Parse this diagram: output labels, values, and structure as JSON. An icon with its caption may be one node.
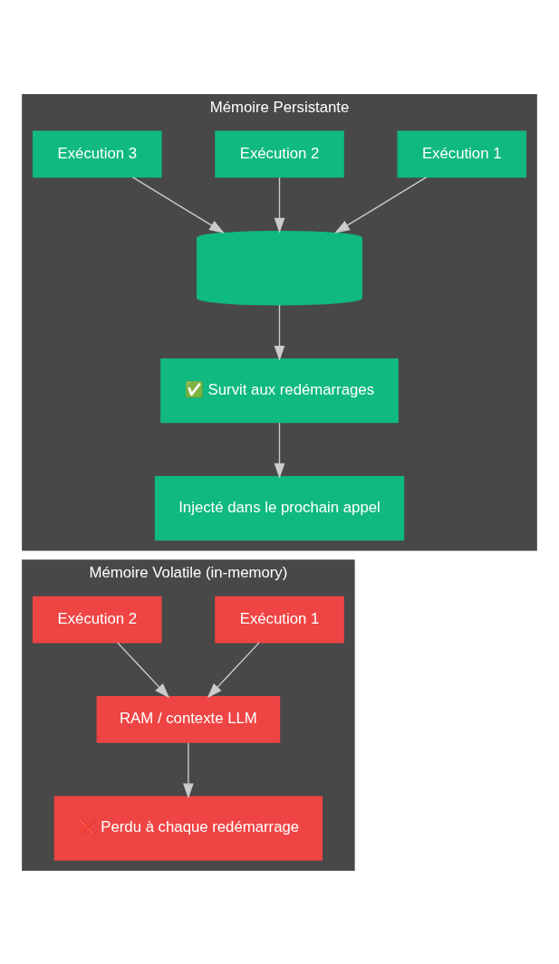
{
  "diagram": {
    "nodes": [
      {
        "text": [
          "Mémoire Persistante"
        ]
      },
      {
        "text": [
          "Exécution 1"
        ],
        "in": 0
      },
      {
        "text": [
          "Exécution 2"
        ],
        "in": 0
      },
      {
        "text": [
          "Exécution 3"
        ],
        "in": 0
      },
      {
        "text": [],
        "shape": "cylinder",
        "in": 0
      },
      {
        "text": [
          "✅ Survit aux redémarrages"
        ],
        "in": 0
      },
      {
        "text": [
          "Injecté dans le prochain appel"
        ],
        "in": 0
      },
      {
        "text": [
          "Mémoire Volatile (in-memory)"
        ]
      },
      {
        "text": [
          "Exécution 1"
        ],
        "in": 7
      },
      {
        "text": [
          "Exécution 2"
        ],
        "in": 7
      },
      {
        "text": [
          "RAM / contexte LLM"
        ],
        "in": 7
      },
      {
        "text": [
          "❌ Perdu à chaque redémarrage"
        ],
        "in": 7
      }
    ],
    "edges": [
      {
        "from": 1,
        "to": 4,
        "arrow": "to"
      },
      {
        "from": 2,
        "to": 4,
        "arrow": "to"
      },
      {
        "from": 3,
        "to": 4,
        "arrow": "to"
      },
      {
        "from": 4,
        "to": 5,
        "arrow": "to"
      },
      {
        "from": 5,
        "to": 6,
        "arrow": "to"
      },
      {
        "from": 8,
        "to": 10,
        "arrow": "to"
      },
      {
        "from": 9,
        "to": 10,
        "arrow": "to"
      },
      {
        "from": 10,
        "to": 11,
        "arrow": "to"
      }
    ]
  }
}
